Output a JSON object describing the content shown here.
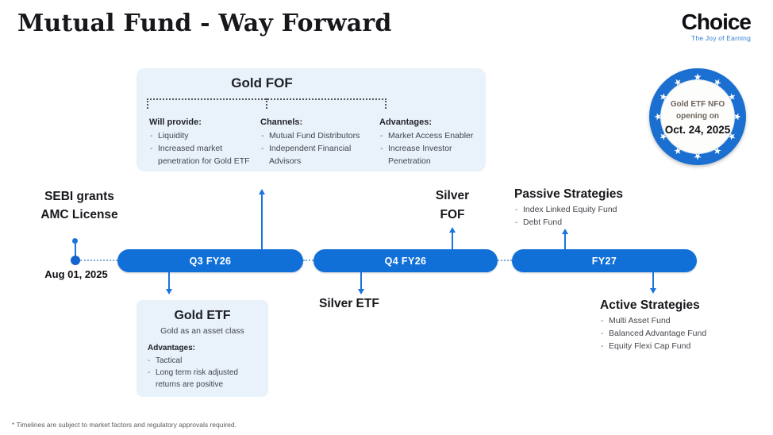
{
  "page": {
    "title": "Mutual Fund - Way Forward",
    "footnote": "* Timelines are subject to market factors and regulatory approvals required."
  },
  "logo": {
    "name": "Choice",
    "tagline": "The Joy of Earning"
  },
  "badge": {
    "line1": "Gold ETF NFO",
    "line2": "opening on",
    "date": "Oct. 24, 2025"
  },
  "gold_fof": {
    "title": "Gold FOF",
    "columns": [
      {
        "heading": "Will provide:",
        "items": [
          "Liquidity",
          "Increased market penetration for Gold ETF"
        ]
      },
      {
        "heading": "Channels:",
        "items": [
          "Mutual Fund Distributors",
          "Independent Financial Advisors"
        ]
      },
      {
        "heading": "Advantages:",
        "items": [
          "Market Access Enabler",
          "Increase Investor Penetration"
        ]
      }
    ]
  },
  "sebi": {
    "line1": "SEBI grants",
    "line2": "AMC License",
    "date": "Aug 01, 2025"
  },
  "timeline": {
    "pills": [
      "Q3 FY26",
      "Q4 FY26",
      "FY27"
    ]
  },
  "silver_fof": {
    "line1": "Silver",
    "line2": "FOF"
  },
  "passive": {
    "title": "Passive Strategies",
    "items": [
      "Index Linked Equity Fund",
      "Debt Fund"
    ]
  },
  "silver_etf": {
    "title": "Silver ETF"
  },
  "active": {
    "title": "Active Strategies",
    "items": [
      "Multi Asset Fund",
      "Balanced Advantage Fund",
      "Equity Flexi Cap Fund"
    ]
  },
  "gold_etf": {
    "title": "Gold ETF",
    "subtitle": "Gold as an asset class",
    "advantages_heading": "Advantages:",
    "items": [
      "Tactical",
      "Long term risk adjusted returns are positive"
    ]
  },
  "colors": {
    "accent_blue": "#1170d8",
    "box_bg": "#e9f1fb",
    "badge_blue": "#1b6fd0",
    "tagline_blue": "#2f7fd0"
  }
}
